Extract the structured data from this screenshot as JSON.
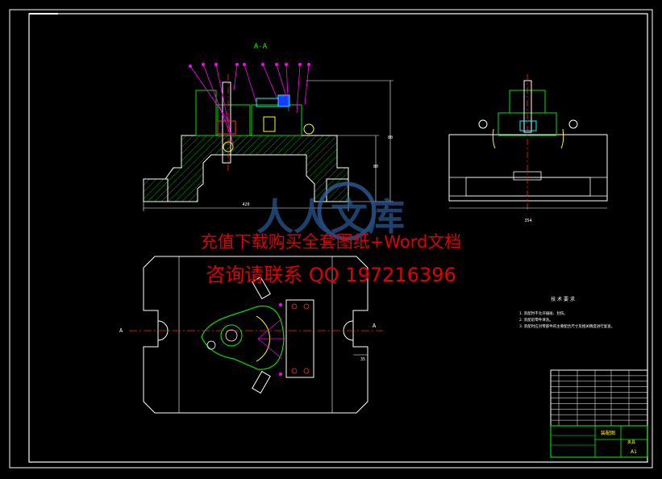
{
  "drawing": {
    "section_label": "A-A",
    "section_mark_left": "A",
    "section_mark_right": "A",
    "dim_overall_width": "420",
    "dim_right_width": "354",
    "dim_height_1": "80",
    "dim_height_2": "80",
    "dim_slot": "35"
  },
  "watermark": {
    "line1": "充值下载购买全套图纸+Word文档",
    "line2": "咨询请联系  QQ 197216396",
    "logo_text": "人人文库"
  },
  "tech_requirements": {
    "title": "技 术 要 求",
    "items": [
      "1. 装配时不允许磕碰、划伤。",
      "2. 装配前零件清洗。",
      "3. 装配时应对零部件的主要配合尺寸及相关精度进行复查。"
    ]
  },
  "title_block": {
    "drawing_name": "装配图",
    "scale": "A1",
    "company": "夹具"
  },
  "colors": {
    "frame": "#ffffff",
    "outline": "#ffffff",
    "hatch": "#00ff00",
    "centerline": "#ff2020",
    "leader": "#ff00ff",
    "dimension": "#00ffff",
    "part_green": "#00e000",
    "watermark": "#e00000",
    "logo": "#3060a0"
  }
}
